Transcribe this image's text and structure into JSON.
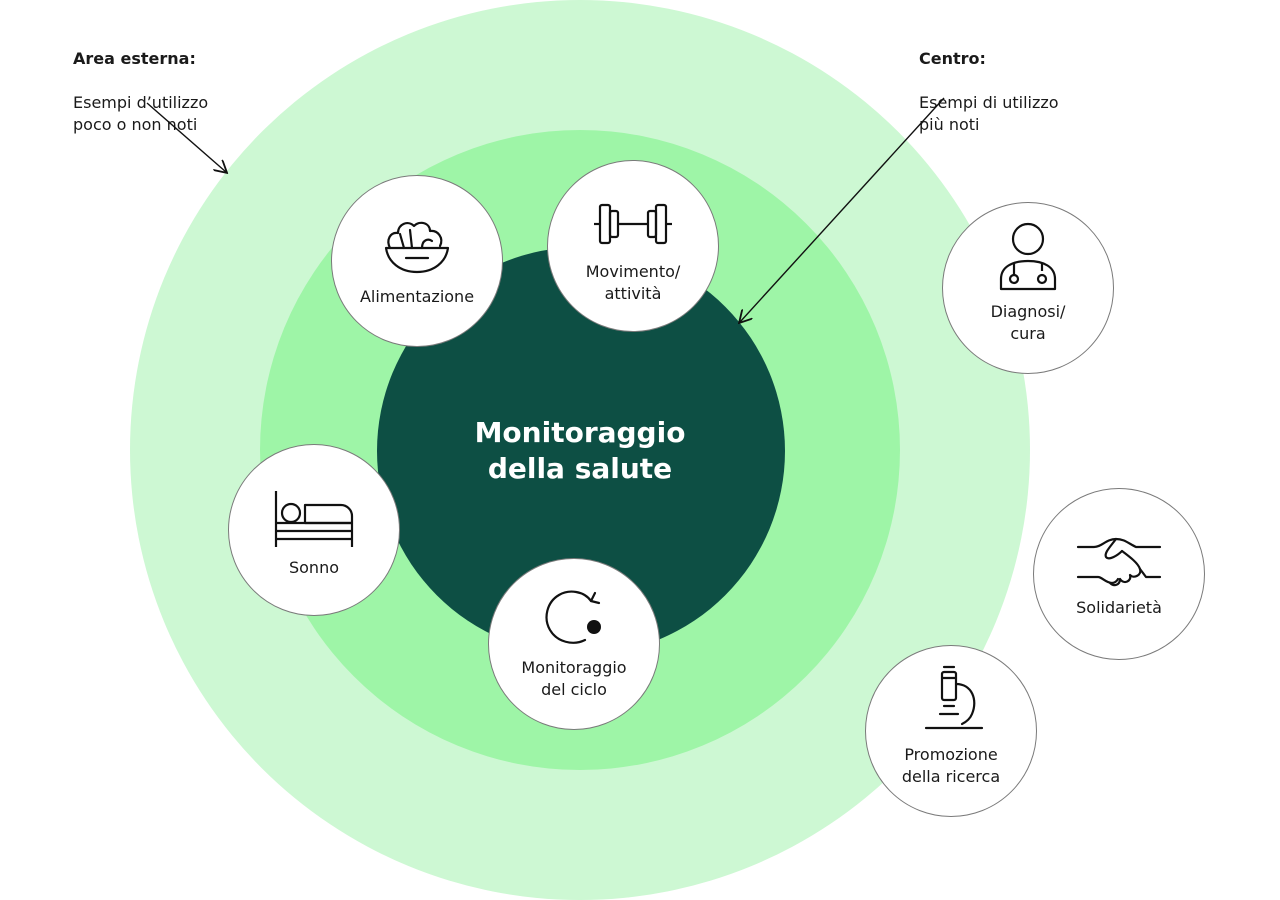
{
  "center": {
    "title_line1": "Monitoraggio",
    "title_line2": "della salute"
  },
  "annotations": {
    "outer": {
      "heading": "Area esterna:",
      "text": "Esempi d’utilizzo\npoco o non noti"
    },
    "center": {
      "heading": "Centro:",
      "text": "Esempi di utilizzo\npiù noti"
    }
  },
  "inner_nodes": [
    {
      "label": "Alimentazione",
      "icon": "salad-bowl-icon"
    },
    {
      "label": "Movimento/\nattività",
      "icon": "dumbbell-icon"
    },
    {
      "label": "Sonno",
      "icon": "bed-icon"
    },
    {
      "label": "Monitoraggio\ndel ciclo",
      "icon": "cycle-icon"
    }
  ],
  "outer_nodes": [
    {
      "label": "Diagnosi/\ncura",
      "icon": "doctor-icon"
    },
    {
      "label": "Solidarietà",
      "icon": "handshake-icon"
    },
    {
      "label": "Promozione\ndella ricerca",
      "icon": "microscope-icon"
    }
  ],
  "colors": {
    "outer_ring": "#cdf8d3",
    "middle_ring": "#9ef5a7",
    "core": "#0d4f44",
    "node": "#ffffff"
  }
}
